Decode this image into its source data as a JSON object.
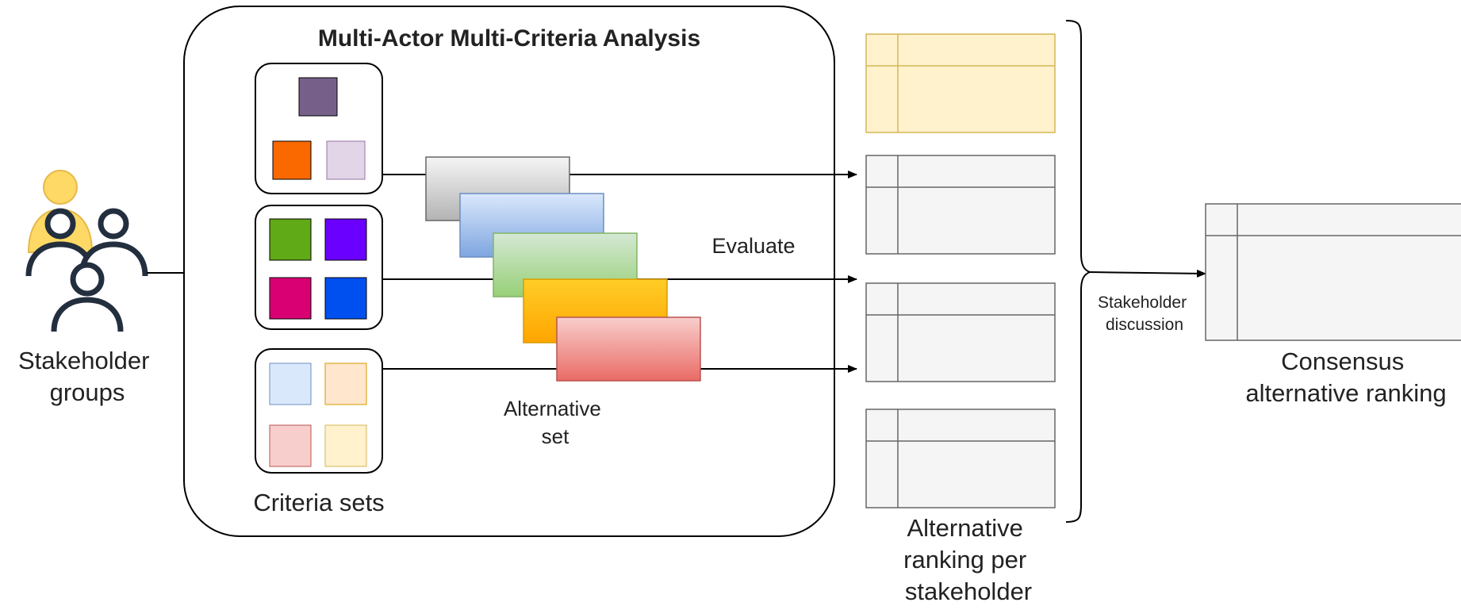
{
  "title": "Multi-Actor Multi-Criteria Analysis",
  "stakeholders": {
    "label_lines": [
      "Stakeholder",
      "groups"
    ],
    "icon": "users-group-icon"
  },
  "criteria": {
    "label": "Criteria sets",
    "sets": [
      {
        "colors": [
          "#76608a",
          "#fa6800",
          "#e1d5e7"
        ]
      },
      {
        "colors": [
          "#60a917",
          "#6a00ff",
          "#d80073",
          "#0050ef"
        ]
      },
      {
        "colors": [
          "#dae8fc",
          "#ffe6cc",
          "#f8cecc",
          "#fff2cc"
        ]
      }
    ]
  },
  "alternatives": {
    "label_lines": [
      "Alternative",
      "set"
    ],
    "cards": [
      {
        "top": "#f5f5f5",
        "bottom": "#b3b3b3",
        "border": "#666666"
      },
      {
        "top": "#dae8fc",
        "bottom": "#7ea6e0",
        "border": "#6c8ebf"
      },
      {
        "top": "#d5e8d4",
        "bottom": "#97d077",
        "border": "#82b366"
      },
      {
        "top": "#ffcd28",
        "bottom": "#ffa500",
        "border": "#d79b00"
      },
      {
        "top": "#f8cecc",
        "bottom": "#ea6b66",
        "border": "#b85450"
      }
    ]
  },
  "evaluate_label": "Evaluate",
  "per_stakeholder": {
    "label_lines": [
      "Alternative",
      "ranking per",
      "stakeholder"
    ],
    "tables": [
      {
        "fill": "#fff2cc",
        "stroke": "#d6b656"
      },
      {
        "fill": "#f5f5f5",
        "stroke": "#666666"
      },
      {
        "fill": "#f5f5f5",
        "stroke": "#666666"
      },
      {
        "fill": "#f5f5f5",
        "stroke": "#666666"
      }
    ]
  },
  "discussion_label_lines": [
    "Stakeholder",
    "discussion"
  ],
  "consensus": {
    "label_lines": [
      "Consensus",
      "alternative ranking"
    ],
    "fill": "#f5f5f5",
    "stroke": "#666666"
  }
}
